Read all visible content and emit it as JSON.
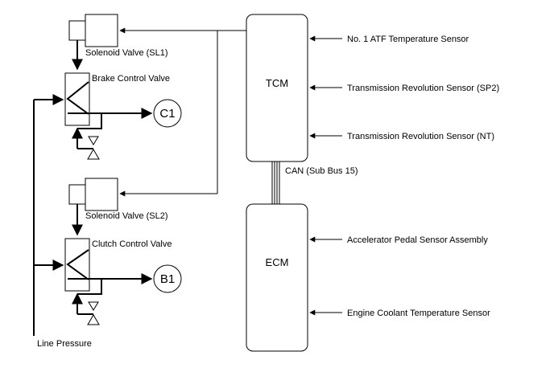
{
  "labels": {
    "solenoid_sl1": "Solenoid Valve (SL1)",
    "brake_valve": "Brake Control Valve",
    "c1": "C1",
    "solenoid_sl2": "Solenoid Valve (SL2)",
    "clutch_valve": "Clutch Control Valve",
    "b1": "B1",
    "line_pressure": "Line Pressure",
    "tcm": "TCM",
    "ecm": "ECM",
    "can_bus": "CAN (Sub Bus 15)"
  },
  "tcm_inputs": [
    "No. 1 ATF Temperature Sensor",
    "Transmission Revolution Sensor (SP2)",
    "Transmission Revolution Sensor (NT)"
  ],
  "ecm_inputs": [
    "Accelerator Pedal Sensor Assembly",
    "Engine Coolant Temperature Sensor"
  ]
}
